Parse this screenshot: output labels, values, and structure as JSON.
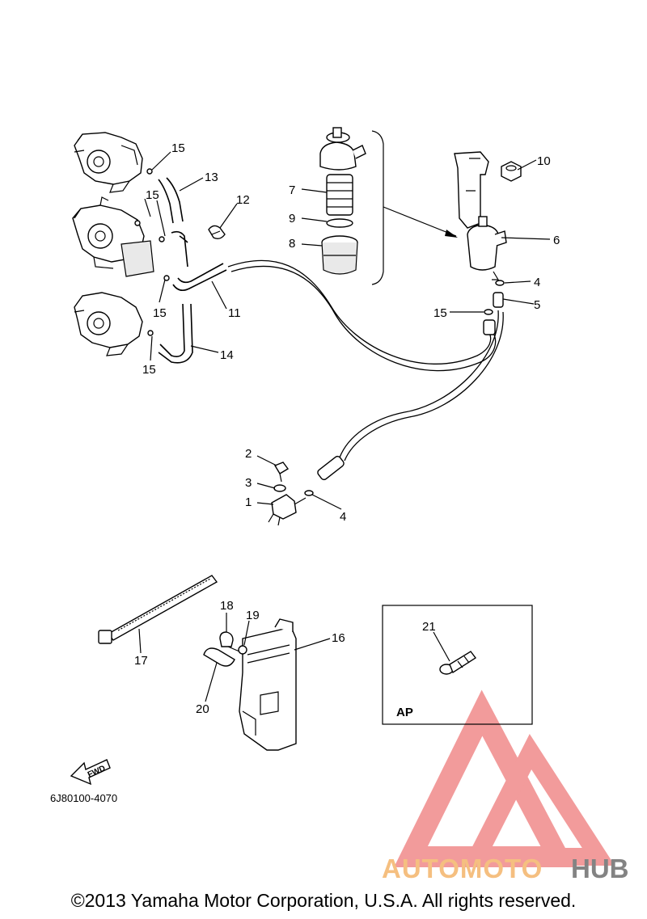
{
  "diagram": {
    "callouts": {
      "c1": "1",
      "c2": "2",
      "c3": "3",
      "c4a": "4",
      "c4b": "4",
      "c5": "5",
      "c6": "6",
      "c7": "7",
      "c8": "8",
      "c9": "9",
      "c10": "10",
      "c11": "11",
      "c12": "12",
      "c13": "13",
      "c14": "14",
      "c15a": "15",
      "c15b": "15",
      "c15c": "15",
      "c15d": "15",
      "c15e": "15",
      "c16": "16",
      "c17": "17",
      "c18": "18",
      "c19": "19",
      "c20": "20",
      "c21": "21"
    },
    "inset_label": "AP",
    "fwd_label": "FWD",
    "diagram_code": "6J80100-4070"
  },
  "watermark": {
    "part1": "AUTOMOTO",
    "part2": "HUB",
    "color_primary": "#f08a8a",
    "color_orange": "#f4b56b",
    "color_dark": "#6e6e6e"
  },
  "footer": {
    "copyright": "©2013 Yamaha Motor Corporation, U.S.A. All rights reserved."
  }
}
